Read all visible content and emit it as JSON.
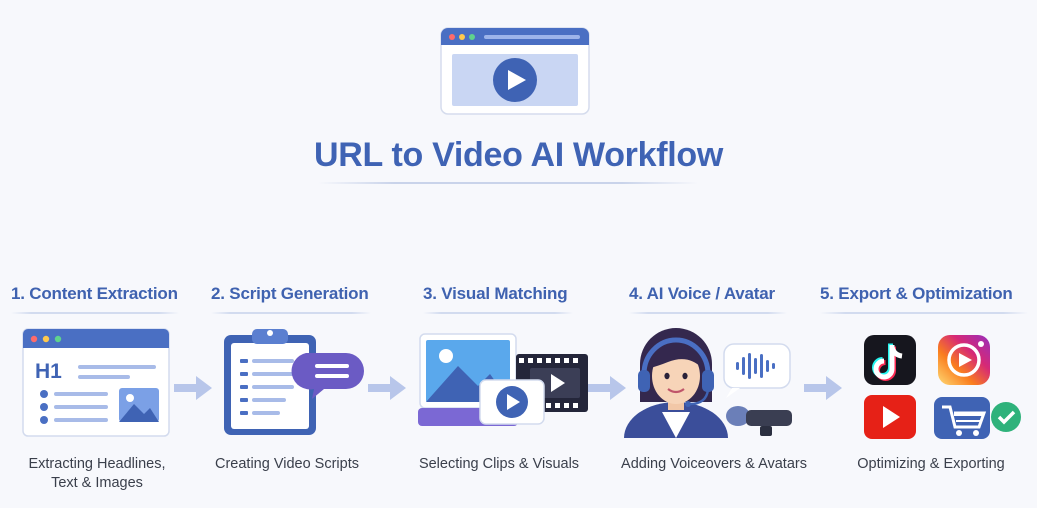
{
  "title": "URL to Video AI Workflow",
  "colors": {
    "title": "#3f63b4",
    "accent_blue": "#4169c1",
    "purple": "#6b5bc4",
    "arrow": "#b8c6ea"
  },
  "steps": [
    {
      "title": "1. Content Extraction",
      "caption_lines": [
        "Extracting Headlines,",
        "Text & Images"
      ],
      "icon": "webpage-icon",
      "icon_text": "H1"
    },
    {
      "title": "2. Script Generation",
      "caption_lines": [
        "Creating Video Scripts"
      ],
      "icon": "clipboard-script-icon"
    },
    {
      "title": "3. Visual Matching",
      "caption_lines": [
        "Selecting Clips & Visuals"
      ],
      "icon": "media-clips-icon"
    },
    {
      "title": "4. AI Voice / Avatar",
      "caption_lines": [
        "Adding Voiceovers & Avatars"
      ],
      "icon": "avatar-headset-icon"
    },
    {
      "title": "5. Export & Optimization",
      "caption_lines": [
        "Optimizing & Exporting"
      ],
      "icon": "platform-export-icon"
    }
  ]
}
